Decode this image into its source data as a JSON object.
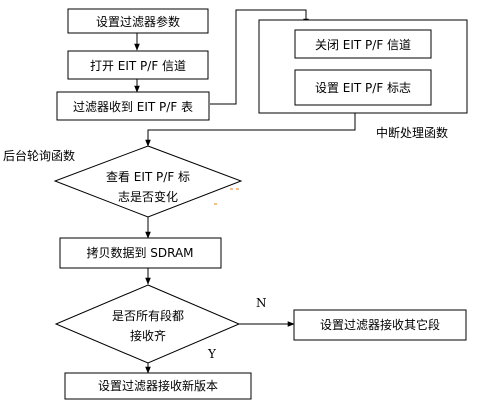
{
  "nodes": {
    "set_params": "设置过滤器参数",
    "open_channel": "打开 EIT P/F  信道",
    "filter_receive": "过滤器收到 EIT P/F 表",
    "close_channel": "关闭 EIT P/F  信道",
    "set_flag": "设置 EIT P/F 标志",
    "check_flag_line1": "查看 EIT P/F 标",
    "check_flag_line2": "志是否变化",
    "copy_data": "拷贝数据到 SDRAM",
    "all_segments_line1": "是否所有段都",
    "all_segments_line2": "接收齐",
    "receive_other": "设置过滤器接收其它段",
    "receive_new_version": "设置过滤器接收新版本"
  },
  "labels": {
    "interrupt_handler": "中断处理函数",
    "background_poll": "后台轮询函数",
    "no": "N",
    "yes": "Y"
  }
}
